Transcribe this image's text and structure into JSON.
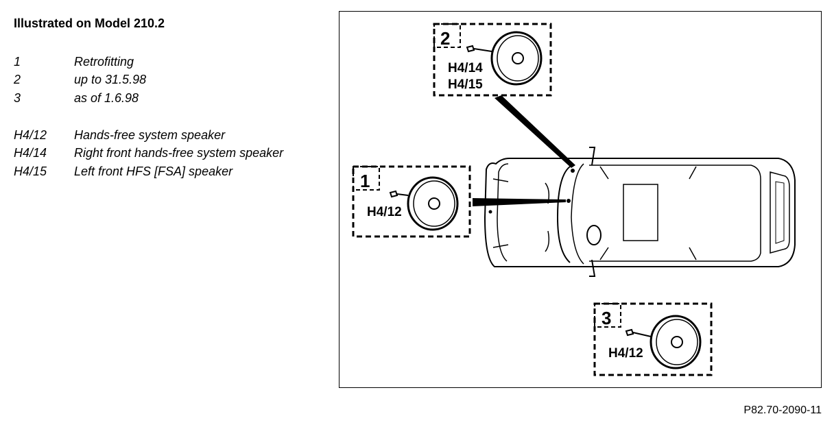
{
  "title": "Illustrated on Model 210.2",
  "legend_group1": [
    {
      "key": "1",
      "desc": "Retrofitting"
    },
    {
      "key": "2",
      "desc": "up to 31.5.98"
    },
    {
      "key": "3",
      "desc": "as of 1.6.98"
    }
  ],
  "legend_group2": [
    {
      "key": "H4/12",
      "desc": "Hands-free system speaker"
    },
    {
      "key": "H4/14",
      "desc": "Right front hands-free system speaker"
    },
    {
      "key": "H4/15",
      "desc": "Left front HFS [FSA] speaker"
    }
  ],
  "diagram": {
    "box1": {
      "number": "1",
      "label": "H4/12"
    },
    "box2": {
      "number": "2",
      "label_a": "H4/14",
      "label_b": "H4/15"
    },
    "box3": {
      "number": "3",
      "label": "H4/12"
    }
  },
  "reference": "P82.70-2090-11"
}
